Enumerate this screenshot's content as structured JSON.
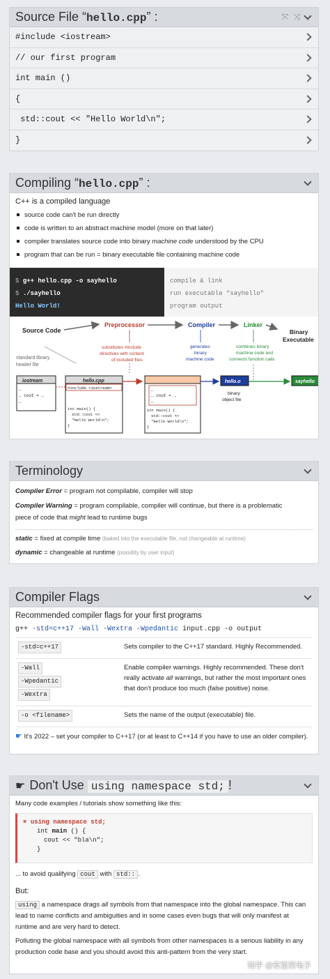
{
  "source_panel": {
    "title_prefix": "Source File “",
    "title_code": "hello.cpp",
    "title_suffix": "” :",
    "lines": [
      "#include <iostream>",
      "// our first program",
      "int main ()",
      "{",
      " std::cout << \"Hello World\\n\";",
      "}"
    ]
  },
  "compiling_panel": {
    "title_prefix": "Compiling “",
    "title_code": "hello.cpp",
    "title_suffix": "” :",
    "intro": "C++ is a compiled language",
    "bullets": [
      "source code can't be run directly",
      "code is written to an abstract machine model (more on that later)",
      "compiler translates source code into binary machine code understood by the CPU",
      "program that can be run = binary executable file containing machine code"
    ],
    "terminal": {
      "line1_prompt": "$ ",
      "line1_cmd": "g++ hello.cpp -o sayhello",
      "line2_prompt": "$ ",
      "line2_cmd": "./sayhello",
      "line3_output": "Hello World!",
      "comment1": "compile & link",
      "comment2": "run executable \"sayhello\"",
      "comment3": "program output"
    },
    "diagram": {
      "source_code": "Source Code",
      "preprocessor": "Preprocessor",
      "compiler": "Compiler",
      "linker": "Linker",
      "binary_exec_1": "Binary",
      "binary_exec_2": "Executable",
      "std_lib_1": "standard library",
      "std_lib_2": "header file",
      "pre_note_1": "substitutes #include",
      "pre_note_2": "directives with content",
      "pre_note_3": "of included files",
      "comp_note_1": "generates",
      "comp_note_2": "binary",
      "comp_note_3": "machine code",
      "link_note_1": "combines binary",
      "link_note_2": "machine code and",
      "link_note_3": "connects function calls",
      "iostream": "iostream",
      "iostream_l1": "…",
      "iostream_l2": "… cout = …",
      "iostream_l3": "…",
      "hello_cpp": "hello.cpp",
      "hello_l1": "#include <iostream>",
      "hello_l2": "int main() {",
      "hello_l3": "std::cout <<",
      "hello_l4": "\"Hello World\\n\";",
      "hello_l5": "}",
      "pre_l1": "…",
      "pre_l2": "… cout = …",
      "pre_l3": "…",
      "pre_l4": "int main() {",
      "pre_l5": "std::cout <<",
      "pre_l6": "\"Hello World\\n\";",
      "pre_l7": "}",
      "hello_o": "hello.o",
      "binary_obj_1": "binary",
      "binary_obj_2": "object file",
      "sayhello": "sayhello"
    }
  },
  "terminology_panel": {
    "title": "Terminology",
    "err_term": "Compiler Error",
    "err_def": " = program not compilable, compiler will stop",
    "warn_term": "Compiler Warning",
    "warn_def_1": " = program compilable, compiler will continue, but there is a problematic",
    "warn_def_2a": "piece of code that ",
    "warn_def_2b": "might",
    "warn_def_2c": " lead to runtime bugs",
    "static_term": "static",
    "static_def": " = fixed at compile time ",
    "static_note": "(baked into the executable file, not changeable at runtime)",
    "dynamic_term": "dynamic",
    "dynamic_def": " = changeable at runtime ",
    "dynamic_note": "(possibly by user input)"
  },
  "flags_panel": {
    "title": "Compiler Flags",
    "intro": "Recommended compiler flags for your first programs",
    "cmd_a": "g++ ",
    "cmd_flags": "-std=c++17 -Wall -Wextra -Wpedantic",
    "cmd_b": " input.cpp -o output",
    "rows": [
      {
        "flags": [
          "-std=c++17"
        ],
        "desc": "Sets compiler to the C++17 standard. Highly Recommended."
      },
      {
        "flags": [
          "-Wall",
          "-Wpedantic",
          "-Wextra"
        ],
        "desc_a": "Enable compiler warnings. Highly recommended. These don't really activate ",
        "desc_em": "all",
        "desc_b": " warnings, but rather the most important ones that don't produce too much (false positive) noise."
      },
      {
        "flags": [
          "-o <filename>"
        ],
        "desc": "Sets the name of the output (executable) file."
      }
    ],
    "note": "It's 2022 – set your compiler to C++17 (or at least to C++14 if you have to use an older compiler)."
  },
  "dontuse_panel": {
    "title_a": "Don't Use ",
    "title_code": "using namespace std;",
    "title_b": "!",
    "intro": "Many code examples / tutorials show something like this:",
    "code_l1": "using namespace std;",
    "code_l2a": "int ",
    "code_l2b": "main",
    "code_l2c": " () {",
    "code_l3": "cout << \"bla\\n\";",
    "code_l4": "}",
    "avoid_a": "... to avoid qualifying ",
    "avoid_code1": "cout",
    "avoid_b": " with ",
    "avoid_code2": "std::",
    "avoid_c": ".",
    "but": "But:",
    "p1_code": "using",
    "p1_a": " a namespace drags ",
    "p1_em": "all",
    "p1_b": " symbols from that namespace into the global namespace. This can lead to name conflicts and ambiguities and in some cases even bugs that will only manifest at runtime and are very hard to detect.",
    "p2": "Polluting the global namespace with all symbols from other namespaces is a serious liability in any production code base and you should avoid this anti-pattern from the very start.",
    "watermark": "知乎 @安富莱电子"
  }
}
